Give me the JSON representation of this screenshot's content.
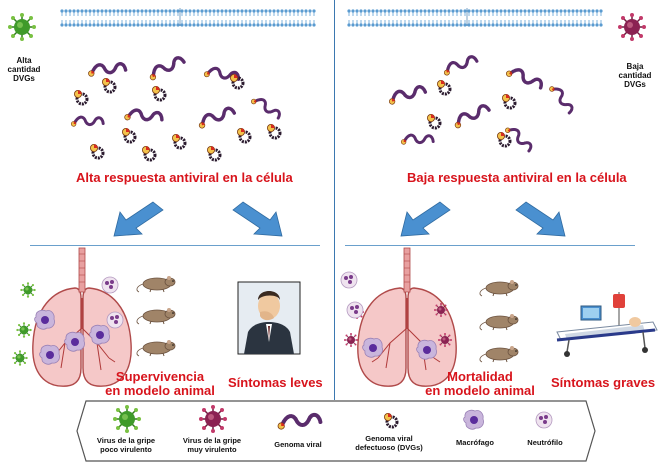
{
  "left_panel": {
    "virus_label": "Alta cantidad DVGs",
    "response_title": "Alta respuesta antiviral  en la célula",
    "outcome_animal": [
      "Supervivencia",
      "en modelo animal"
    ],
    "outcome_human": "Síntomas leves"
  },
  "right_panel": {
    "virus_label": "Baja cantidad DVGs",
    "response_title": "Baja respuesta antiviral en la célula",
    "outcome_animal": [
      "Mortalidad",
      "en modelo animal"
    ],
    "outcome_human": "Síntomas graves"
  },
  "legend": {
    "items": [
      {
        "icon": "green-virus-icon",
        "label": [
          "Virus de la gripe",
          "poco virulento"
        ]
      },
      {
        "icon": "purple-virus-icon",
        "label": [
          "Virus de la gripe",
          "muy virulento"
        ]
      },
      {
        "icon": "viral-genome-icon",
        "label": [
          "Genoma viral"
        ]
      },
      {
        "icon": "defective-genome-icon",
        "label": [
          "Genoma viral",
          "defectuoso (DVGs)"
        ]
      },
      {
        "icon": "macrophage-icon",
        "label": [
          "Macrófago"
        ]
      },
      {
        "icon": "neutrophil-icon",
        "label": [
          "Neutrófilo"
        ]
      }
    ]
  },
  "colors": {
    "accent_red": "#d8141c",
    "divider_blue": "#3b78b0",
    "arrow_blue": "#4a90d0",
    "membrane_blue": "#7fb3dd",
    "genome_purple": "#6a3b7a",
    "low_virulence_green": "#3f9a2a",
    "high_virulence_purple": "#8b2252"
  }
}
